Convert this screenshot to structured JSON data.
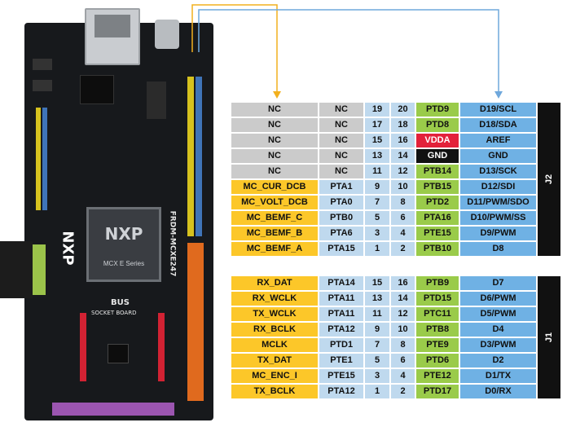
{
  "board": {
    "brand": "NXP",
    "model": "FRDM-MCXE247",
    "chip_label": "MCX E Series",
    "logo_text": "BUS",
    "socket_label": "SOCKET BOARD",
    "colors": {
      "pcb": "#17191c",
      "yellow_header": "#d6c21f",
      "blue_header": "#3f74b8",
      "orange_header": "#e06a1e",
      "purple_header": "#9b55b0",
      "red_header": "#d22233"
    }
  },
  "columns": [
    "arduino_func",
    "port_left",
    "pin_odd",
    "pin_even",
    "port_right",
    "arduino_right"
  ],
  "j2": {
    "label": "J2",
    "rows": [
      [
        "NC",
        "NC",
        "19",
        "20",
        "PTD9",
        "D19/SCL"
      ],
      [
        "NC",
        "NC",
        "17",
        "18",
        "PTD8",
        "D18/SDA"
      ],
      [
        "NC",
        "NC",
        "15",
        "16",
        "VDDA",
        "AREF"
      ],
      [
        "NC",
        "NC",
        "13",
        "14",
        "GND",
        "GND"
      ],
      [
        "NC",
        "NC",
        "11",
        "12",
        "PTB14",
        "D13/SCK"
      ],
      [
        "MC_CUR_DCB",
        "PTA1",
        "9",
        "10",
        "PTB15",
        "D12/SDI"
      ],
      [
        "MC_VOLT_DCB",
        "PTA0",
        "7",
        "8",
        "PTD2",
        "D11/PWM/SDO"
      ],
      [
        "MC_BEMF_C",
        "PTB0",
        "5",
        "6",
        "PTA16",
        "D10/PWM/SS"
      ],
      [
        "MC_BEMF_B",
        "PTA6",
        "3",
        "4",
        "PTE15",
        "D9/PWM"
      ],
      [
        "MC_BEMF_A",
        "PTA15",
        "1",
        "2",
        "PTB10",
        "D8"
      ]
    ]
  },
  "j1": {
    "label": "J1",
    "rows": [
      [
        "RX_DAT",
        "PTA14",
        "15",
        "16",
        "PTB9",
        "D7"
      ],
      [
        "RX_WCLK",
        "PTA11",
        "13",
        "14",
        "PTD15",
        "D6/PWM"
      ],
      [
        "TX_WCLK",
        "PTA11",
        "11",
        "12",
        "PTC11",
        "D5/PWM"
      ],
      [
        "RX_BCLK",
        "PTA12",
        "9",
        "10",
        "PTB8",
        "D4"
      ],
      [
        "MCLK",
        "PTD1",
        "7",
        "8",
        "PTE9",
        "D3/PWM"
      ],
      [
        "TX_DAT",
        "PTE1",
        "5",
        "6",
        "PTD6",
        "D2"
      ],
      [
        "MC_ENC_I",
        "PTE15",
        "3",
        "4",
        "PTE12",
        "D1/TX"
      ],
      [
        "TX_BCLK",
        "PTA12",
        "1",
        "2",
        "PTD17",
        "D0/RX"
      ]
    ]
  },
  "colors": {
    "gray": "#cbcbcb",
    "yellow": "#fcc729",
    "light_blue": "#bfd9ee",
    "green": "#9acb4a",
    "blue": "#6fb1e4",
    "red": "#e3213a",
    "black": "#111111",
    "arrow_left": "#f2b01e",
    "arrow_right": "#6fa8dc"
  }
}
